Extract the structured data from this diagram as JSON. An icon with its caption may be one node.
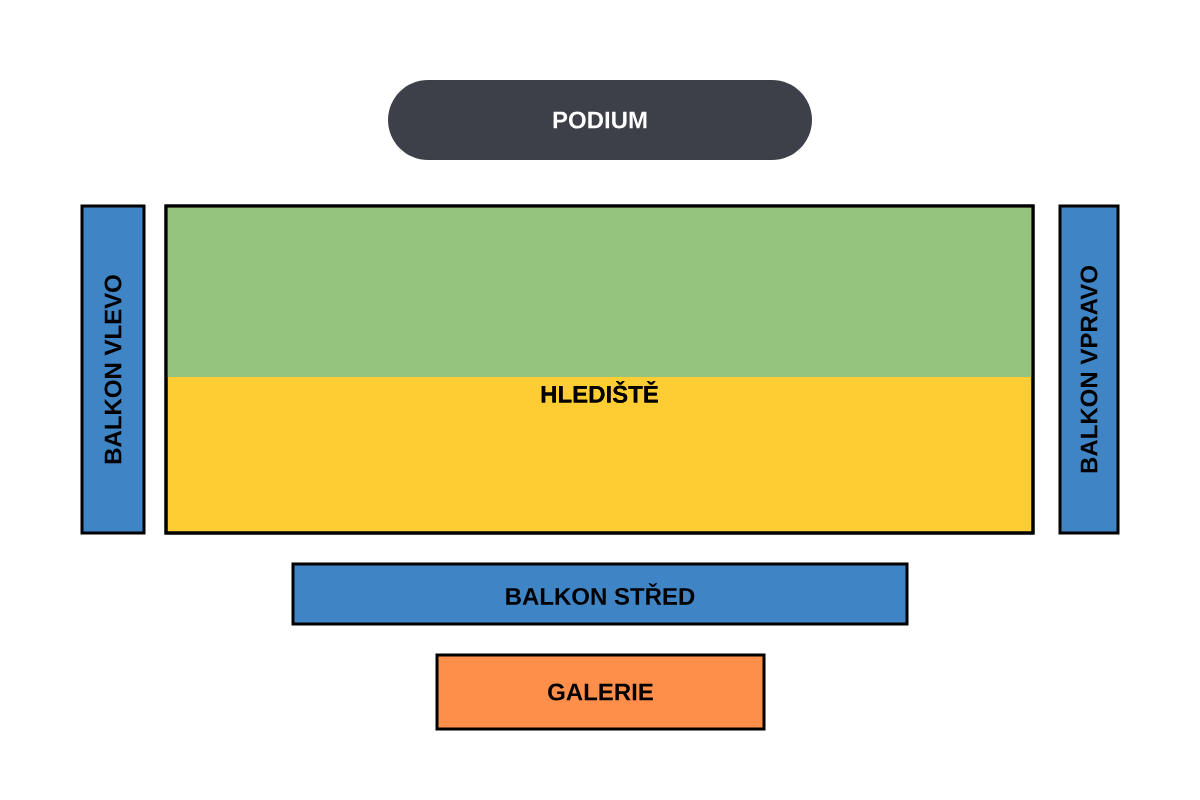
{
  "diagram": {
    "nodes": [
      {
        "text": [
          "PODIUM"
        ]
      },
      {
        "text": [
          "BALKON VLEVO"
        ]
      },
      {
        "text": [
          "HLEDIŠTĚ"
        ]
      },
      {
        "text": [
          "BALKON VPRAVO"
        ]
      },
      {
        "text": [
          "BALKON STŘED"
        ]
      },
      {
        "text": [
          "GALERIE"
        ]
      }
    ]
  }
}
